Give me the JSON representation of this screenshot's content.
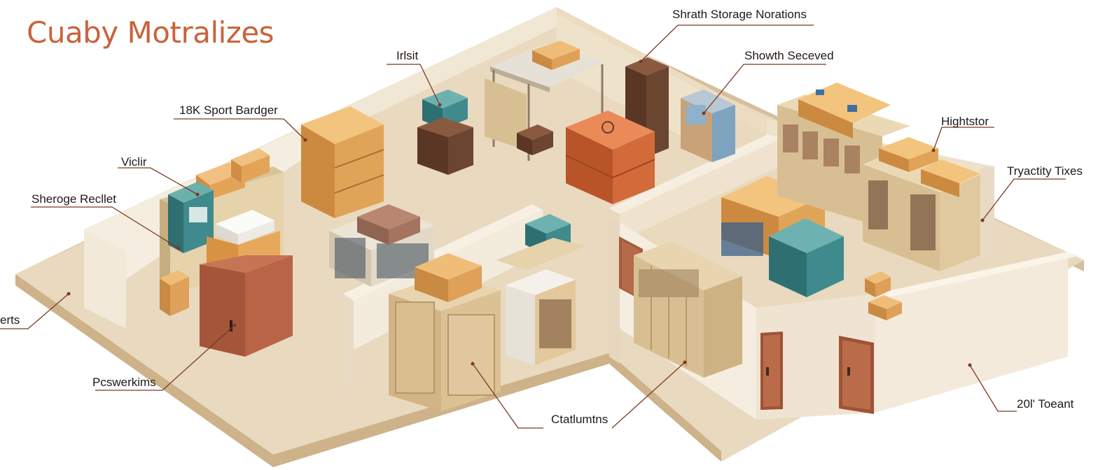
{
  "title": "Cuaby Motralizes",
  "callouts": [
    {
      "id": "shrath-storage-norations",
      "text": "Shrath Storage Norations"
    },
    {
      "id": "irlsit",
      "text": "Irlsit"
    },
    {
      "id": "showth-seceved",
      "text": "Showth Seceved"
    },
    {
      "id": "18k-sport-bardger",
      "text": "18K Sport Bardger"
    },
    {
      "id": "hightstor",
      "text": "Hightstor"
    },
    {
      "id": "viclir",
      "text": "Viclir"
    },
    {
      "id": "tryactity-tixes",
      "text": "Tryactity Tixes"
    },
    {
      "id": "sheroge-recllet",
      "text": "Sheroge Recllet"
    },
    {
      "id": "erts",
      "text": "erts"
    },
    {
      "id": "pcswerkims",
      "text": "Pcswerkims"
    },
    {
      "id": "ctatlumtns",
      "text": "Ctatlumtns"
    },
    {
      "id": "20l-toeant",
      "text": "20l' Toeant"
    }
  ],
  "colors": {
    "title": "#c8643a",
    "floor": "#e8d8c0",
    "wall": "#f3ebdc",
    "cardboard": "#d9a050",
    "teal": "#3f8a8c",
    "orange": "#d26a3a",
    "brown": "#6b4530",
    "wood": "#d8bf93",
    "door": "#a0533a",
    "leader": "#7a3a22"
  }
}
